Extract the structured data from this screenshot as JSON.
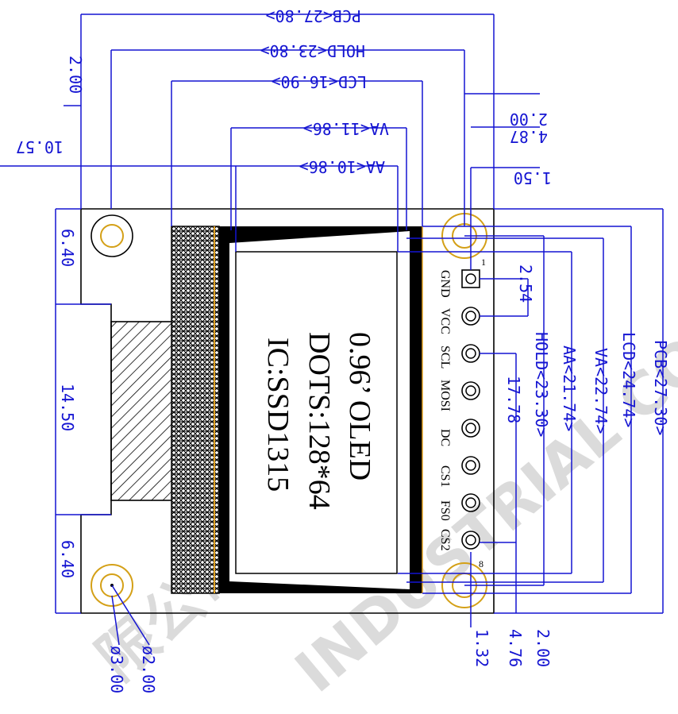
{
  "top_dims": {
    "pcb": "PCB<27.80>",
    "hold": "HOLD<23.80>",
    "lcd": "LCD<16.90>",
    "va": "VA<11.86>",
    "aa": "AA<10.86>",
    "left_2_00": "2.00",
    "right_2_00": "2.00",
    "d_4_87": "4.87",
    "d_10_57": "10.57",
    "d_1_50": "1.50"
  },
  "left_dims": {
    "top": "6.40",
    "mid": "14.50",
    "bottom": "6.40"
  },
  "hole_dims": {
    "d2": "ø2.00",
    "d3": "ø3.00"
  },
  "right_dims": {
    "pitch": "2.54",
    "span": "17.78",
    "hold": "HOLD<23.30>",
    "aa": "AA<21.74>",
    "va": "VA<22.74>",
    "lcd": "LCD<24.74>",
    "pcb": "PCB<27.30>",
    "b_1_32": "1.32",
    "b_4_76": "4.76",
    "b_2_00": "2.00"
  },
  "display_text": {
    "line1": "0.96’  OLED",
    "line2": "DOTS:128*64",
    "line3": "IC:SSD1315"
  },
  "pins": {
    "labels": [
      "GND",
      "VCC",
      "SCL",
      "MOSI",
      "DC",
      "CS1",
      "FS0",
      "CS2"
    ],
    "first": "1",
    "last": "8"
  },
  "watermark": {
    "cn": "限公司",
    "en": "INDUSTRIAL CO."
  },
  "colors": {
    "dimension": "#1414d2",
    "outline": "#000000",
    "hole_ring": "#d4a017",
    "panel_edge": "#e0a020"
  }
}
